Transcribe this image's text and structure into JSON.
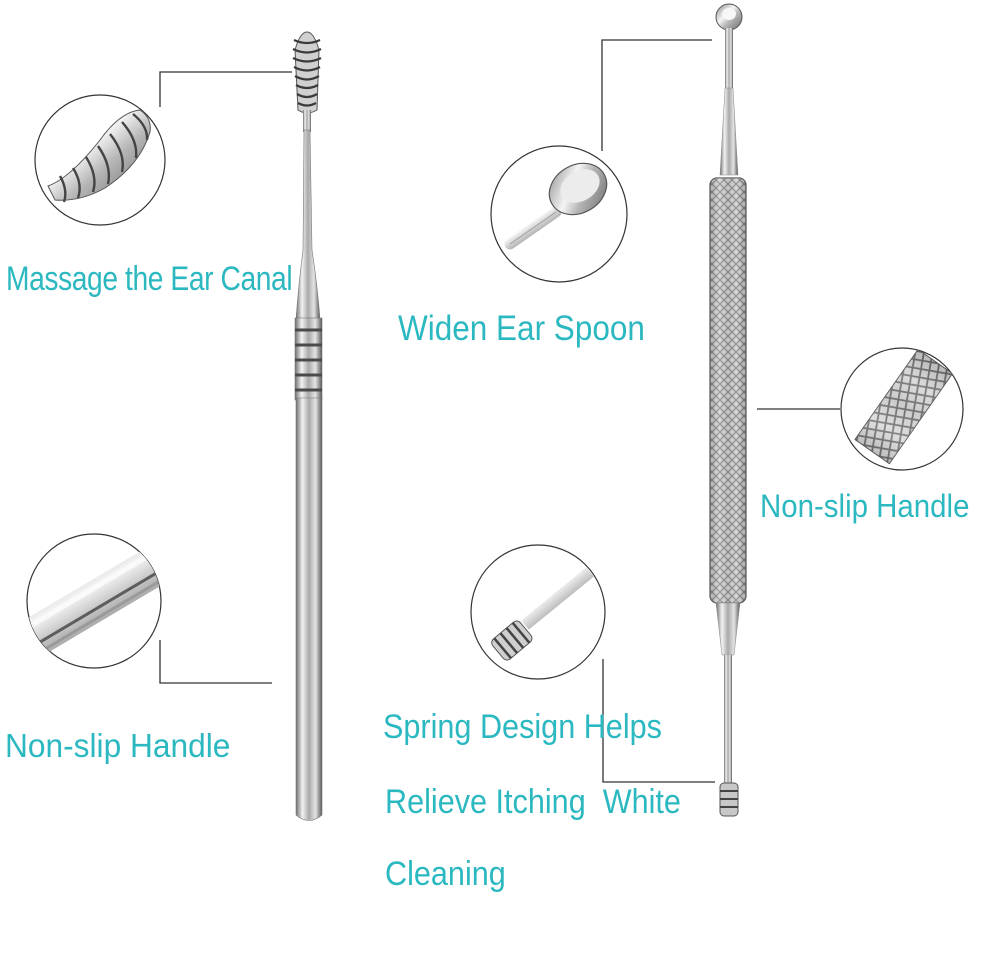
{
  "labels": {
    "massage": "Massage the Ear Canal",
    "widen_spoon": "Widen Ear Spoon",
    "nonslip_left": "Non-slip Handle",
    "nonslip_right": "Non-slip Handle",
    "spring_line1": "Spring Design Helps",
    "spring_line2": "Relieve Itching  White",
    "spring_line3": "Cleaning"
  },
  "colors": {
    "label_text": "#2bb8c0",
    "background": "#ffffff",
    "leader_line": "#333333"
  },
  "icons": {
    "left_tool": "spiral-ear-pick-icon",
    "right_tool": "double-ended-ear-spoon-icon",
    "zoom_spiral": "spiral-tip-zoom-icon",
    "zoom_spoon": "spoon-tip-zoom-icon",
    "zoom_shaft": "smooth-shaft-zoom-icon",
    "zoom_knurl": "knurled-handle-zoom-icon",
    "zoom_spring_tip": "spring-tip-zoom-icon"
  }
}
